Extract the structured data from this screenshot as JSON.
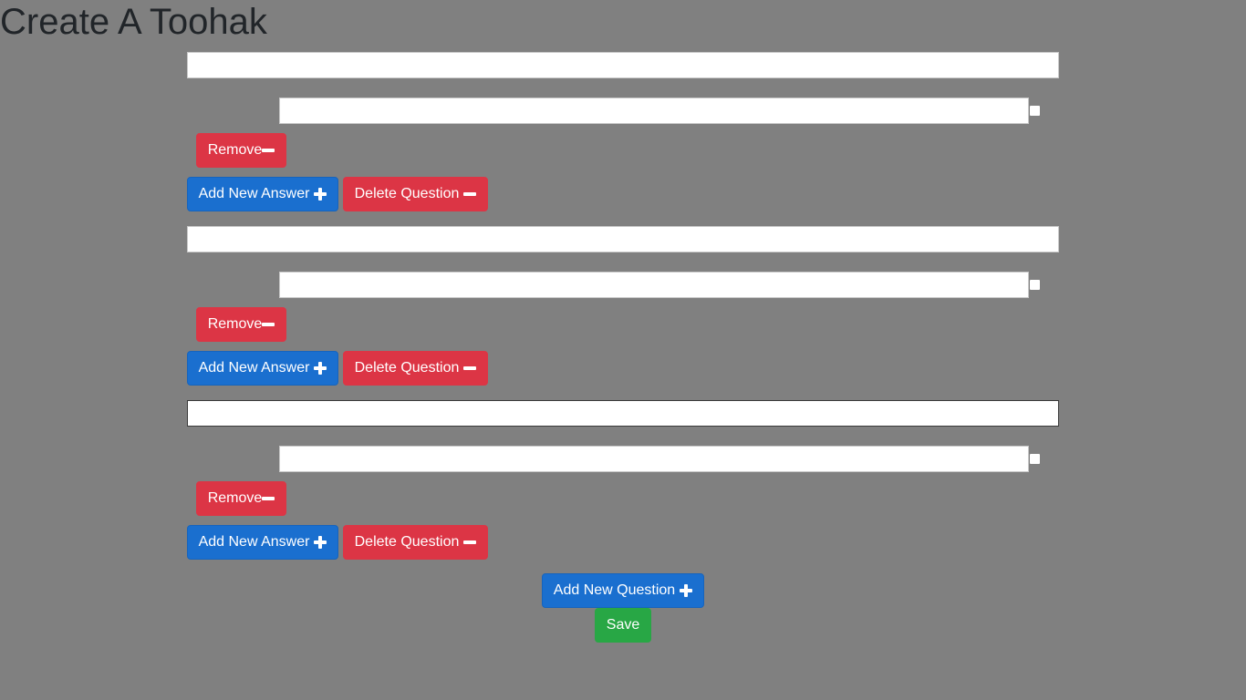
{
  "page": {
    "title": "Create A Toohak"
  },
  "questions": [
    {
      "question_value": "",
      "answers": [
        {
          "value": "",
          "correct": false
        }
      ],
      "remove_label": "Remove",
      "add_answer_label": "Add New Answer",
      "delete_question_label": "Delete Question"
    },
    {
      "question_value": "",
      "answers": [
        {
          "value": "",
          "correct": false
        }
      ],
      "remove_label": "Remove",
      "add_answer_label": "Add New Answer",
      "delete_question_label": "Delete Question"
    },
    {
      "question_value": "",
      "answers": [
        {
          "value": "",
          "correct": false
        }
      ],
      "remove_label": "Remove",
      "add_answer_label": "Add New Answer",
      "delete_question_label": "Delete Question"
    }
  ],
  "actions": {
    "add_question_label": "Add New Question",
    "save_label": "Save"
  },
  "icons": {
    "remove": "minus-icon",
    "add_answer": "plus-icon",
    "delete_question": "minus-icon",
    "add_question": "plus-icon"
  },
  "colors": {
    "background": "#808080",
    "danger": "#dc3545",
    "primary": "#1a6fcf",
    "success": "#28a745",
    "title": "#212529"
  }
}
